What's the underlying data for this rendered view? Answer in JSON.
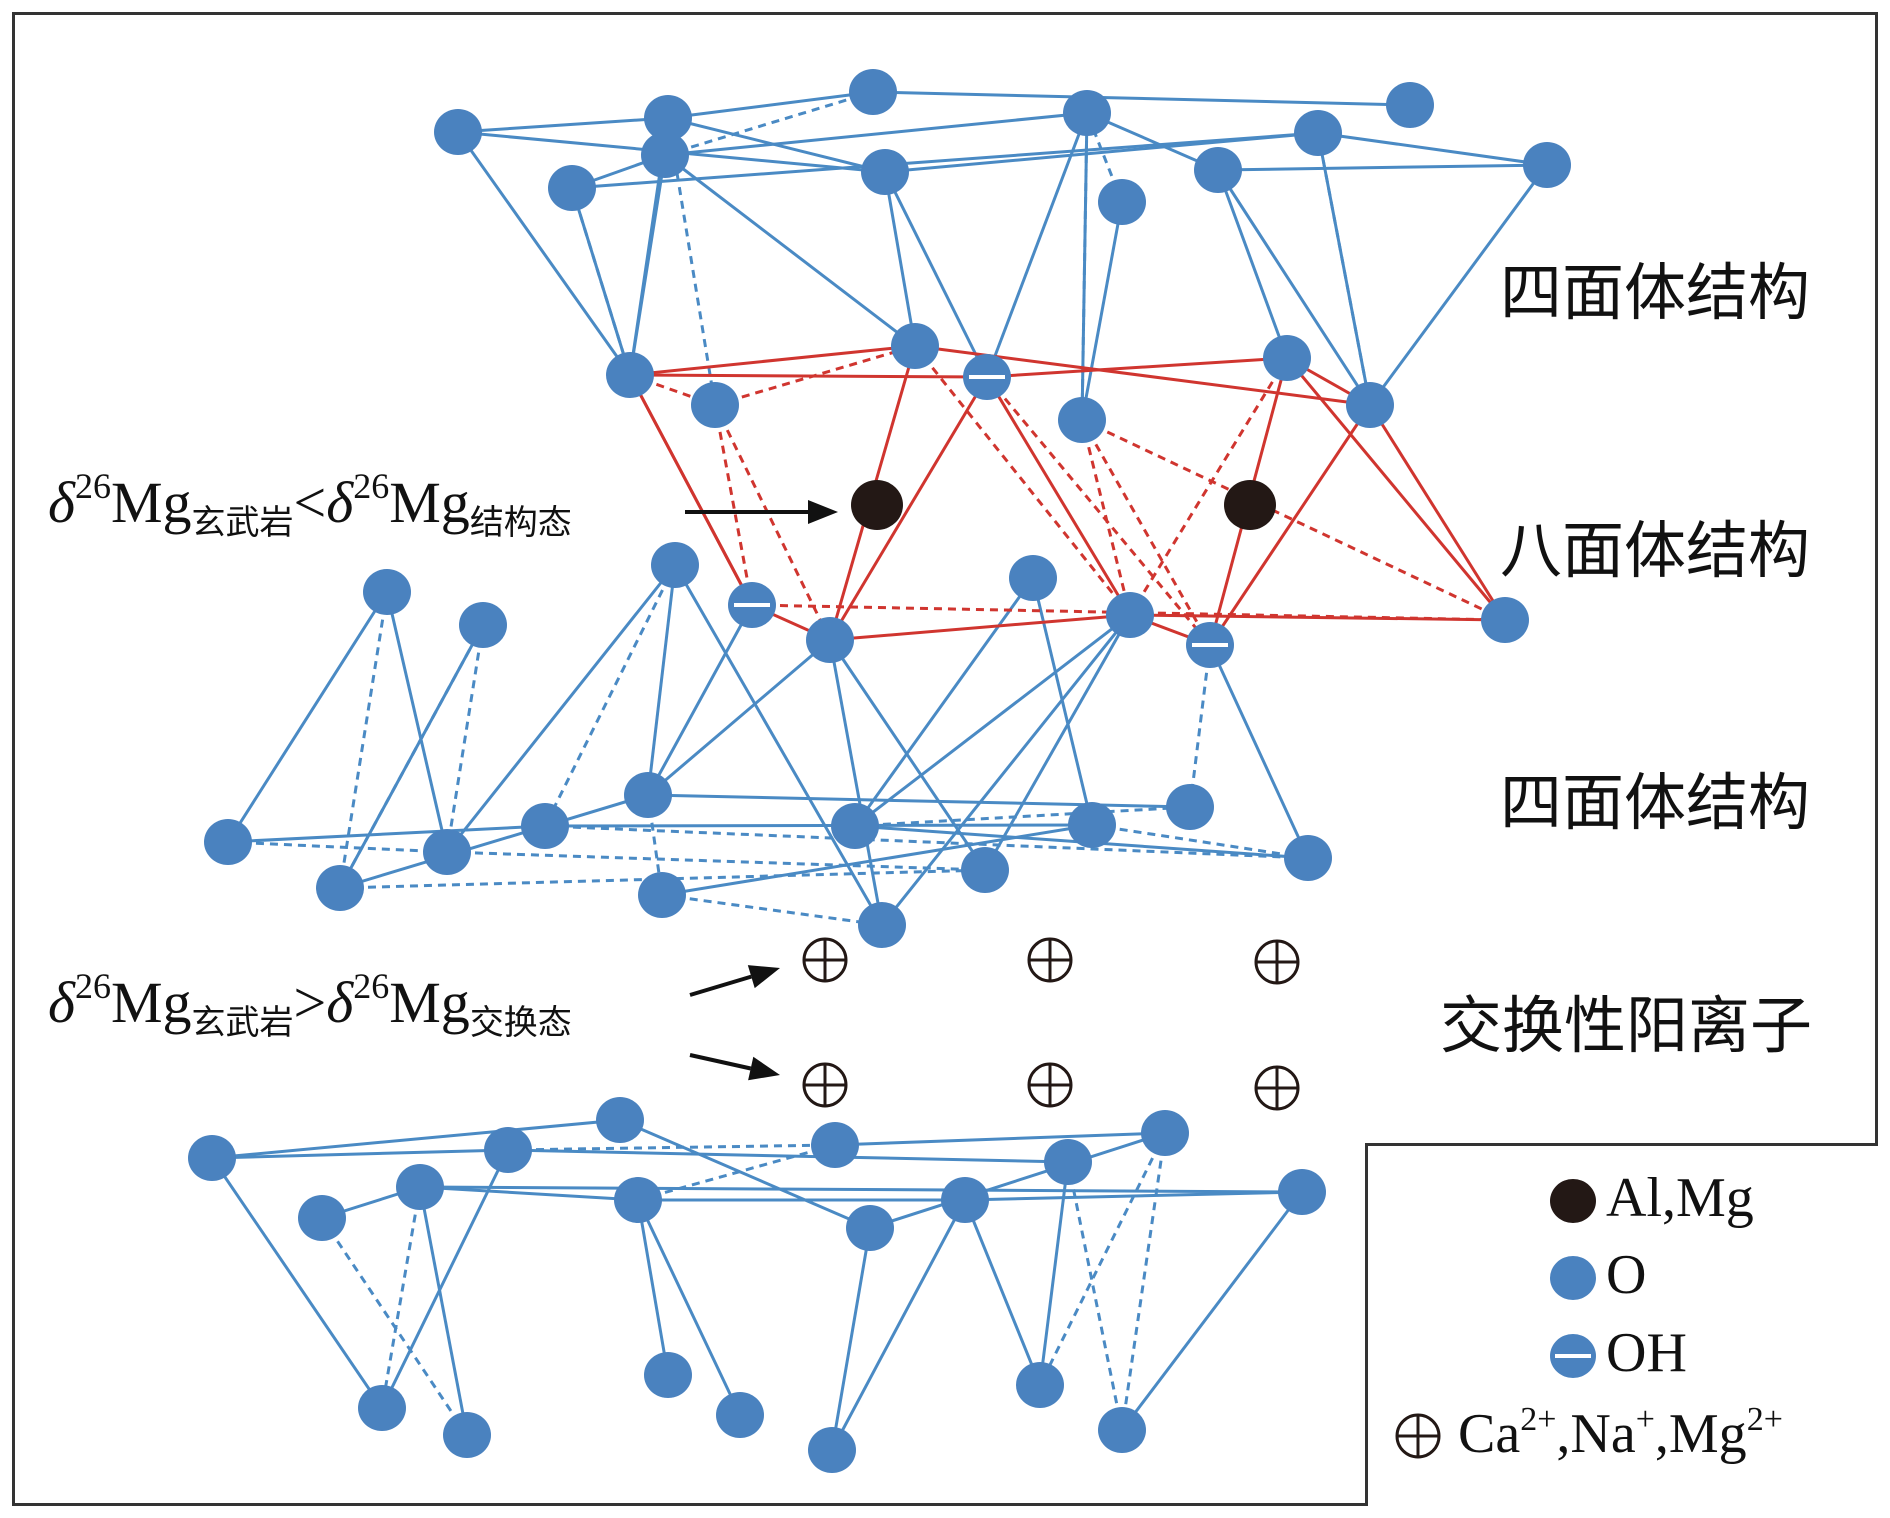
{
  "layers": {
    "tetra_top": "四面体结构",
    "octa": "八面体结构",
    "tetra_bottom": "四面体结构",
    "exchange": "交换性阳离子"
  },
  "annotations": {
    "structural": {
      "delta": "δ",
      "iso": "26",
      "el": "Mg",
      "sub_left": "玄武岩",
      "op": "<",
      "sub_right": "结构态"
    },
    "exchange": {
      "delta": "δ",
      "iso": "26",
      "el": "Mg",
      "sub_left": "玄武岩",
      "op": ">",
      "sub_right": "交换态"
    }
  },
  "legend": {
    "al_mg": "Al,Mg",
    "o": "O",
    "oh": "OH",
    "cations": {
      "ca": "Ca",
      "ca_charge": "2+",
      "na": "Na",
      "na_charge": "+",
      "mg": "Mg",
      "mg_charge": "2+"
    }
  },
  "colors": {
    "atom_blue": "#4a82bf",
    "bond_blue": "#4a8ac4",
    "bond_red": "#d0352f",
    "cation_black": "#231815"
  }
}
